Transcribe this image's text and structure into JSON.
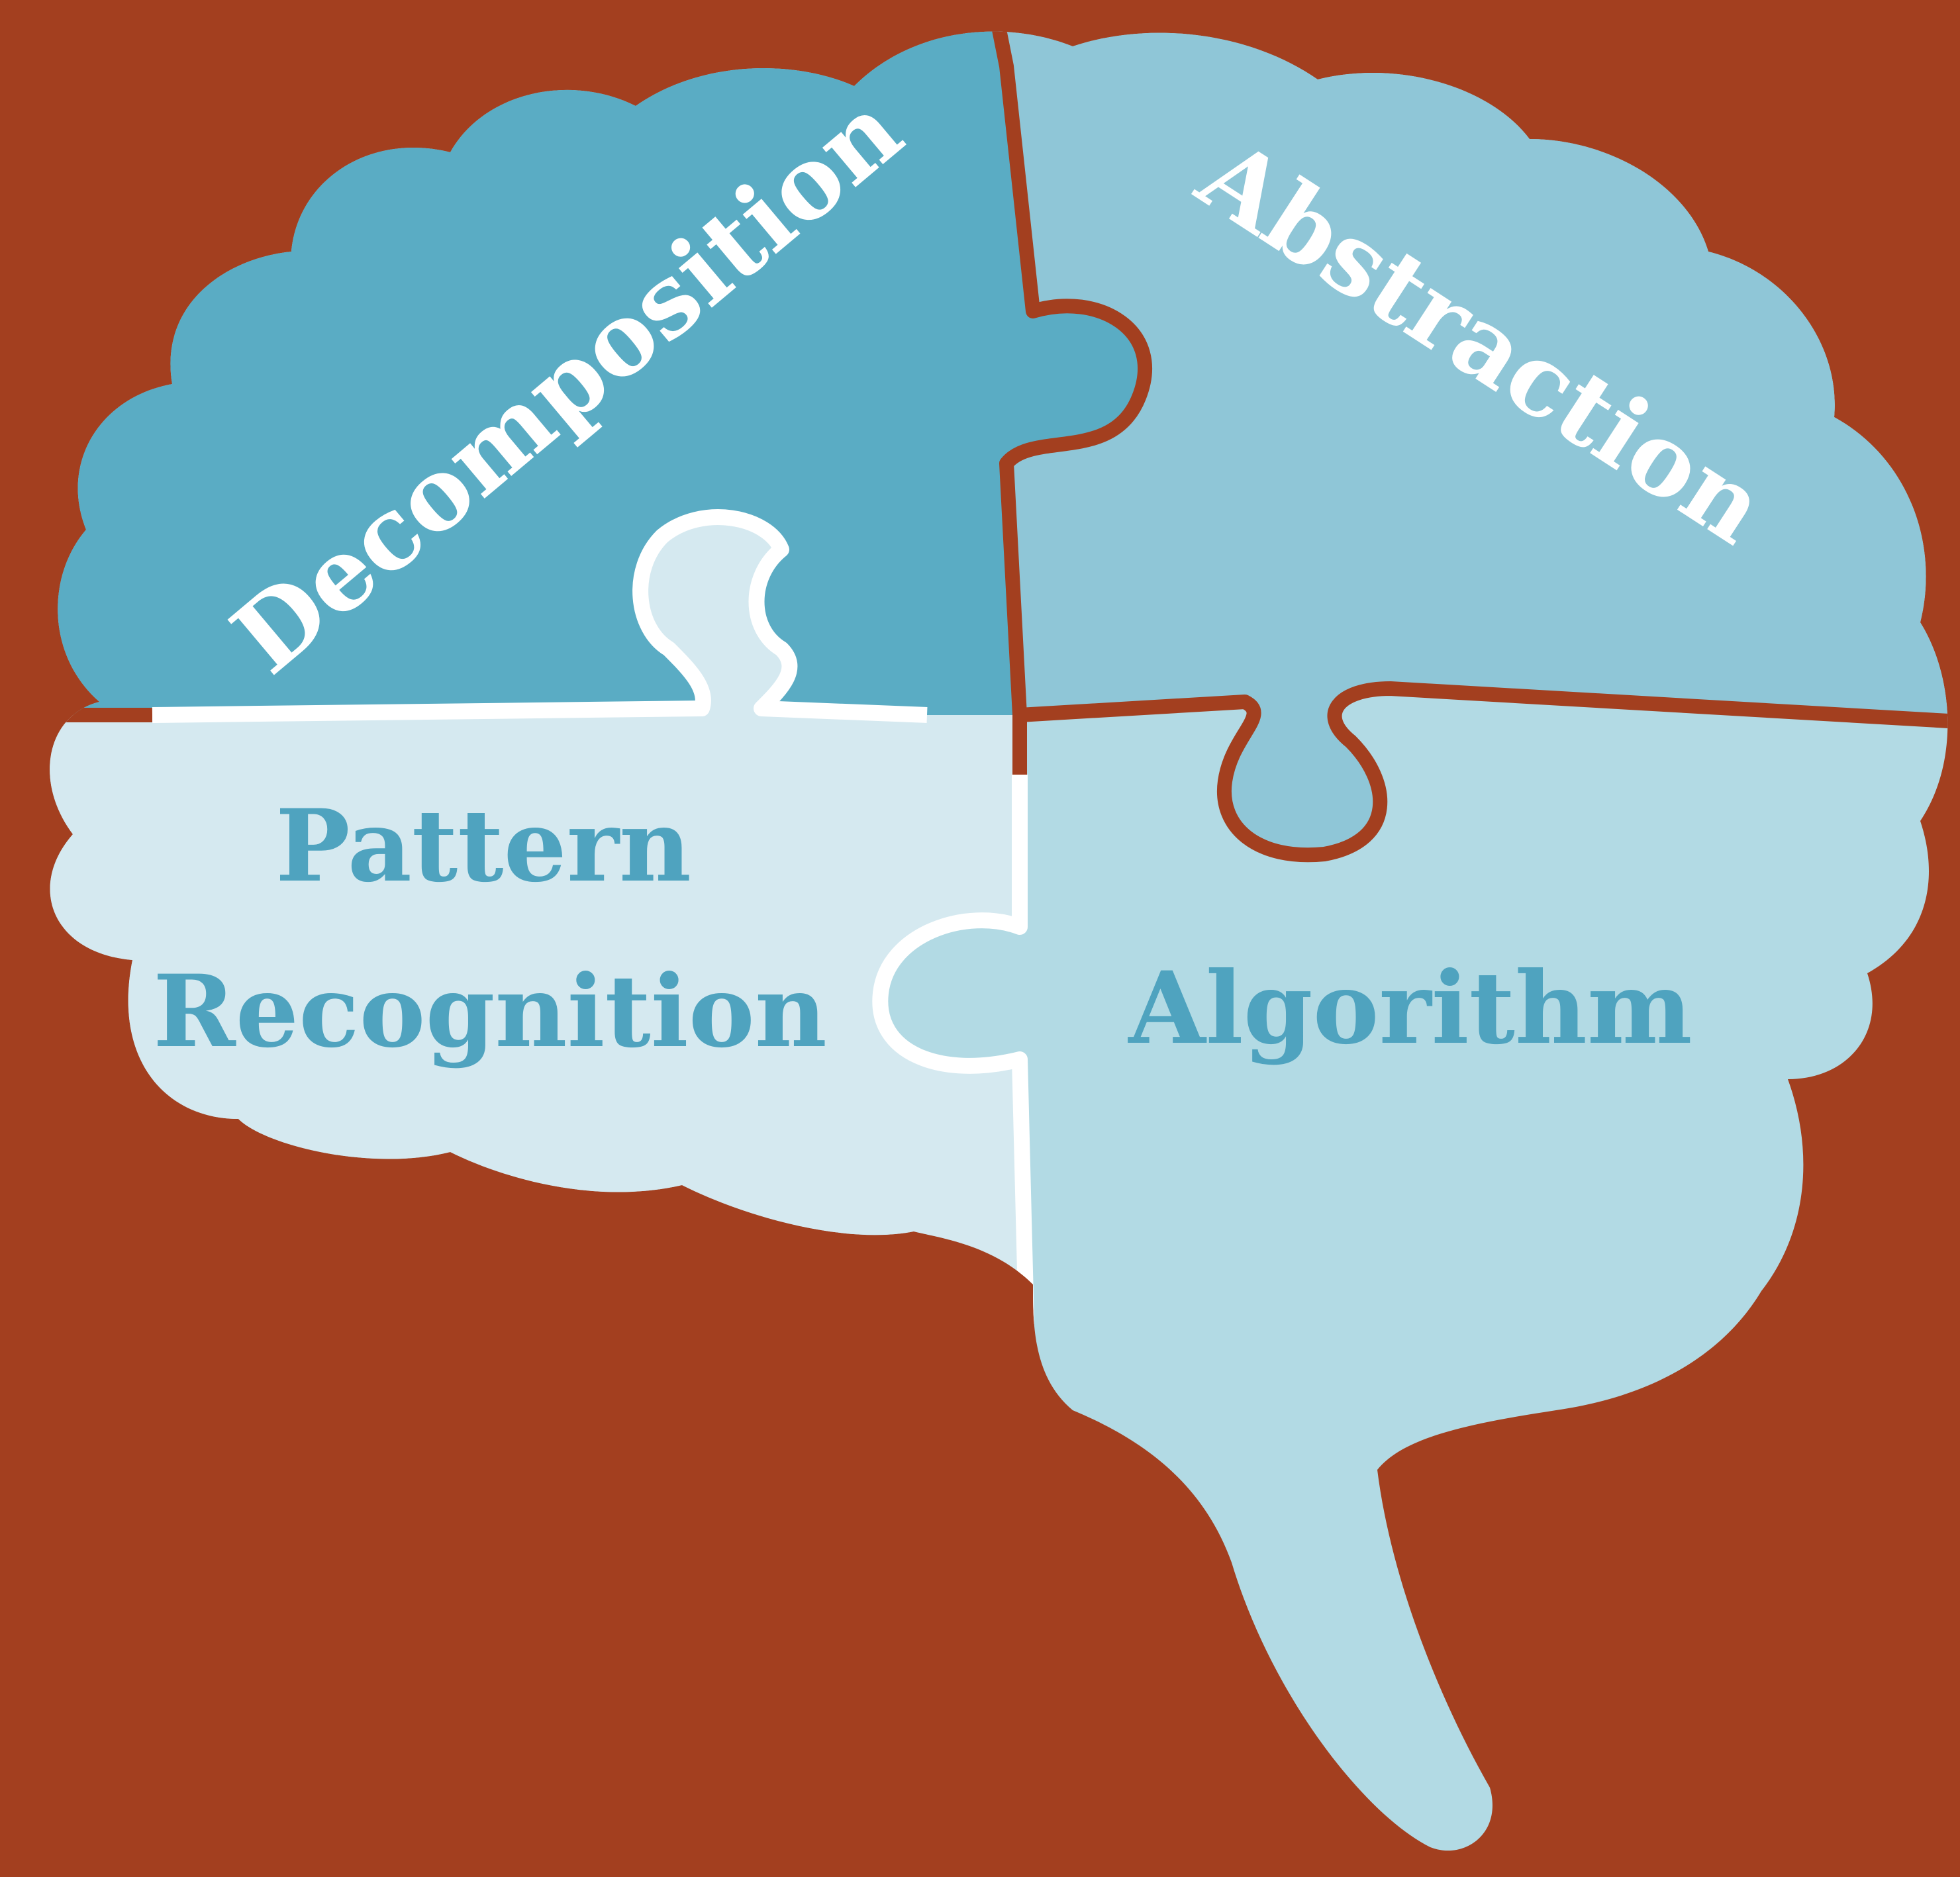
{
  "colors": {
    "background": "#a33f1f",
    "decomposition_fill": "#5aacc4",
    "abstraction_fill": "#8fc6d7",
    "pattern_fill": "#d5e9f0",
    "algorithm_fill": "#b2dae4",
    "seam_dark": "#a33f1f",
    "seam_light": "#ffffff",
    "label_light_text": "#ffffff",
    "label_dark_text": "#4fa3bf"
  },
  "pieces": {
    "decomposition": {
      "label": "Decomposition",
      "icon": "puzzle-piece-icon"
    },
    "abstraction": {
      "label": "Abstraction",
      "icon": "puzzle-piece-icon"
    },
    "pattern_recognition": {
      "label_line1": "Pattern",
      "label_line2": "Recognition",
      "icon": "puzzle-piece-icon"
    },
    "algorithm": {
      "label": "Algorithm",
      "icon": "puzzle-piece-icon"
    }
  },
  "figure": {
    "icon": "brain-icon"
  }
}
